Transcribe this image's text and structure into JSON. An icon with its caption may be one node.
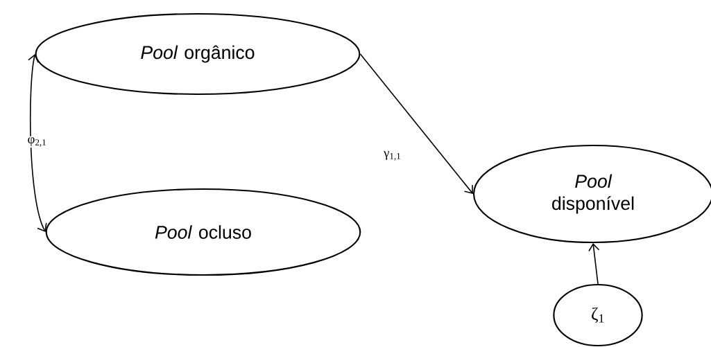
{
  "diagram": {
    "nodes": [
      {
        "text": [
          "*Pool* orgânico"
        ]
      },
      {
        "text": [
          "*Pool* ocluso"
        ]
      },
      {
        "text": [
          "*Pool* disponível"
        ]
      },
      {
        "text": [
          "ζ$_{1}$"
        ]
      }
    ],
    "edges": [
      {
        "from": 0,
        "to": 1,
        "arrow": "both",
        "label": "φ$_{2,1}$"
      },
      {
        "from": 0,
        "to": 2,
        "arrow": "to",
        "label": "γ$_{1,1}$"
      },
      {
        "from": 3,
        "to": 2,
        "arrow": "to"
      }
    ]
  }
}
